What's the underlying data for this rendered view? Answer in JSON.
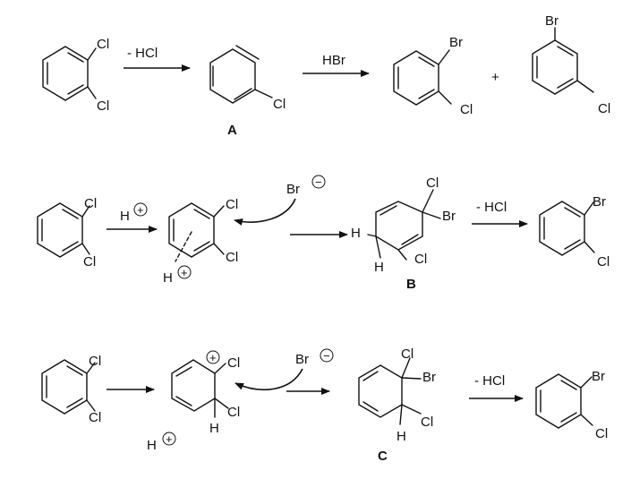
{
  "atoms": {
    "cl": "Cl",
    "br": "Br",
    "h": "H",
    "plus_sign": "+"
  },
  "reagents": {
    "minus_hcl": "- HCl",
    "hbr": "HBr",
    "br_anion": "Br",
    "proton": "H"
  },
  "compound_labels": {
    "a": "A",
    "b": "B",
    "c": "C"
  },
  "charges": {
    "plus": "+",
    "minus": "−"
  }
}
